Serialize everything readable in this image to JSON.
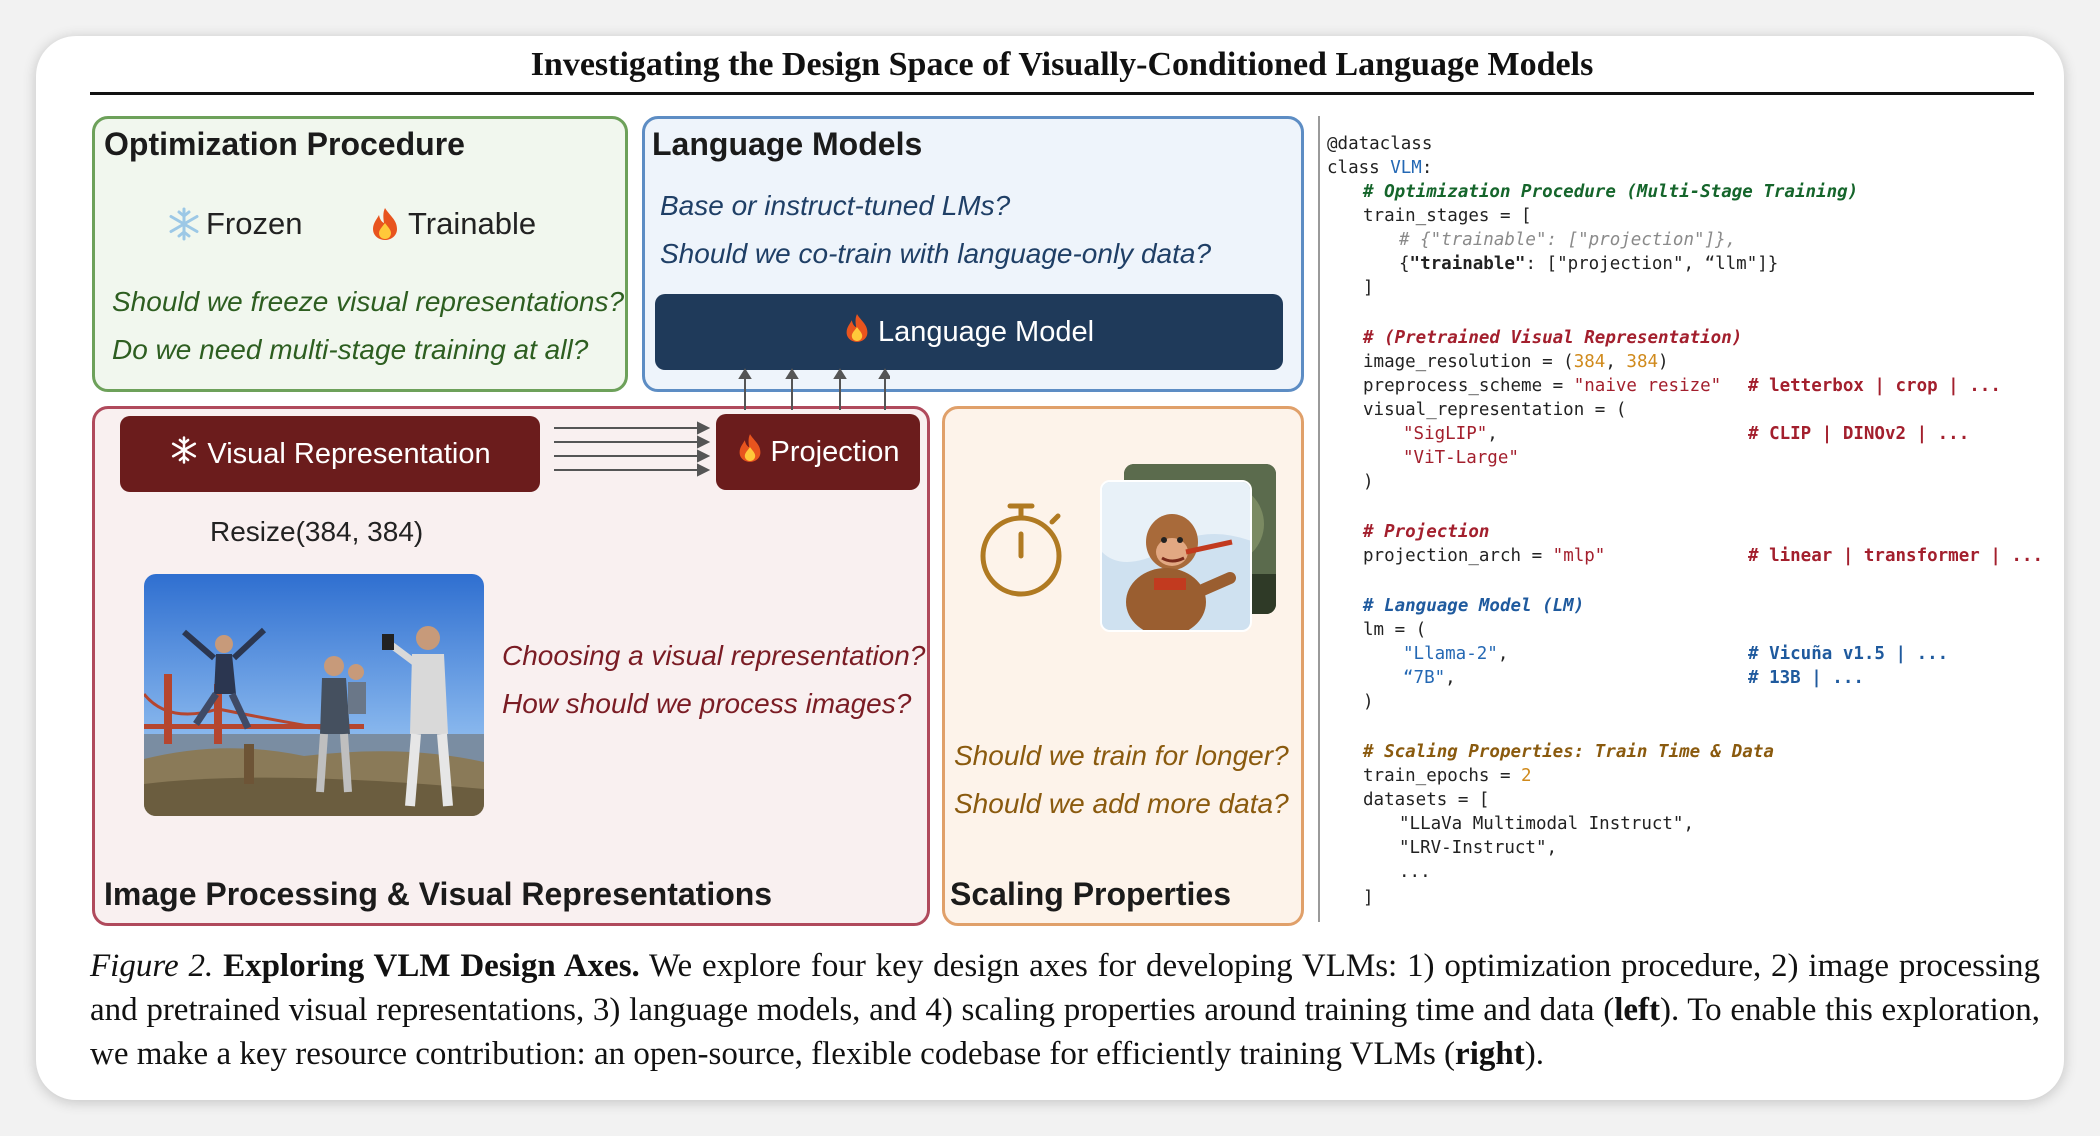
{
  "title": "Investigating the Design Space of Visually-Conditioned Language Models",
  "optimization": {
    "title": "Optimization Procedure",
    "frozen_label": "Frozen",
    "trainable_label": "Trainable",
    "questions": [
      "Should we freeze visual representations?",
      "Do we need multi-stage training at all?"
    ]
  },
  "language_models": {
    "title": "Language Models",
    "questions": [
      "Base or instruct-tuned LMs?",
      "Should we co-train with language-only data?"
    ],
    "box_label": "Language Model"
  },
  "image_processing": {
    "title": "Image Processing & Visual Representations",
    "visual_rep_label": "Visual Representation",
    "projection_label": "Projection",
    "resize_label": "Resize(384, 384)",
    "questions": [
      "Choosing a visual representation?",
      "How should we process images?"
    ]
  },
  "scaling": {
    "title": "Scaling Properties",
    "questions": [
      "Should we train for longer?",
      "Should we add more data?"
    ]
  },
  "icons": {
    "frozen": "snowflake-icon",
    "trainable": "fire-icon",
    "timer": "stopwatch-icon"
  },
  "code": {
    "l01": "@dataclass",
    "l02a": "class ",
    "l02b": "VLM",
    "l02c": ":",
    "l03": "# Optimization Procedure (Multi-Stage Training)",
    "l04": "train_stages = [",
    "l05": "# {\"trainable\": [\"projection\"]},",
    "l06a": "{",
    "l06b": "\"trainable\"",
    "l06c": ": [",
    "l06d": "\"projection\"",
    "l06e": ", ",
    "l06f": "“llm\"",
    "l06g": "]}",
    "l07": "]",
    "l08": "# (Pretrained Visual Representation)",
    "l09a": "image_resolution = (",
    "l09b": "384",
    "l09c": ", ",
    "l09d": "384",
    "l09e": ")",
    "l10a": "preprocess_scheme = ",
    "l10b": "\"naive resize\"",
    "l10c": "# letterbox | crop | ...",
    "l11": "visual_representation = (",
    "l12a": "\"SigLIP\"",
    "l12b": ",",
    "l12c": "# CLIP | DINOv2 | ...",
    "l13": "\"ViT-Large\"",
    "l14": ")",
    "l15": "# Projection",
    "l16a": "projection_arch = ",
    "l16b": "\"mlp\"",
    "l16c": "# linear | transformer | ...",
    "l17": "# Language Model (LM)",
    "l18": "lm = (",
    "l19a": "\"Llama-2\"",
    "l19b": ",",
    "l19c": "# Vicuña v1.5 | ...",
    "l20a": "“7B\"",
    "l20b": ",",
    "l20c": "# 13B | ...",
    "l21": ")",
    "l22": "# Scaling Properties: Train Time & Data",
    "l23a": "train_epochs = ",
    "l23b": "2",
    "l24": "datasets = [",
    "l25a": "\"LLaVa Multimodal Instruct\"",
    "l25b": ",",
    "l26a": "\"LRV-Instruct\"",
    "l26b": ",",
    "l27": "...",
    "l28": "]"
  },
  "caption": {
    "figure_label": "Figure 2.",
    "heading": "Exploring VLM Design Axes.",
    "text1": " We explore four key design axes for developing VLMs: 1) optimization procedure, 2) image processing and pretrained visual representations, 3) language models, and 4) scaling properties around training time and data (",
    "left": "left",
    "text2": "). To enable this exploration, we make a key resource contribution: an open-source, flexible codebase for efficiently training VLMs (",
    "right": "right",
    "text3": ")."
  },
  "colors": {
    "optimization_border": "#6da15a",
    "language_border": "#5d8dc4",
    "image_border": "#b04a5c",
    "scaling_border": "#e0a06a",
    "language_box": "#1f3a5a",
    "visual_box": "#6b1c1c"
  }
}
